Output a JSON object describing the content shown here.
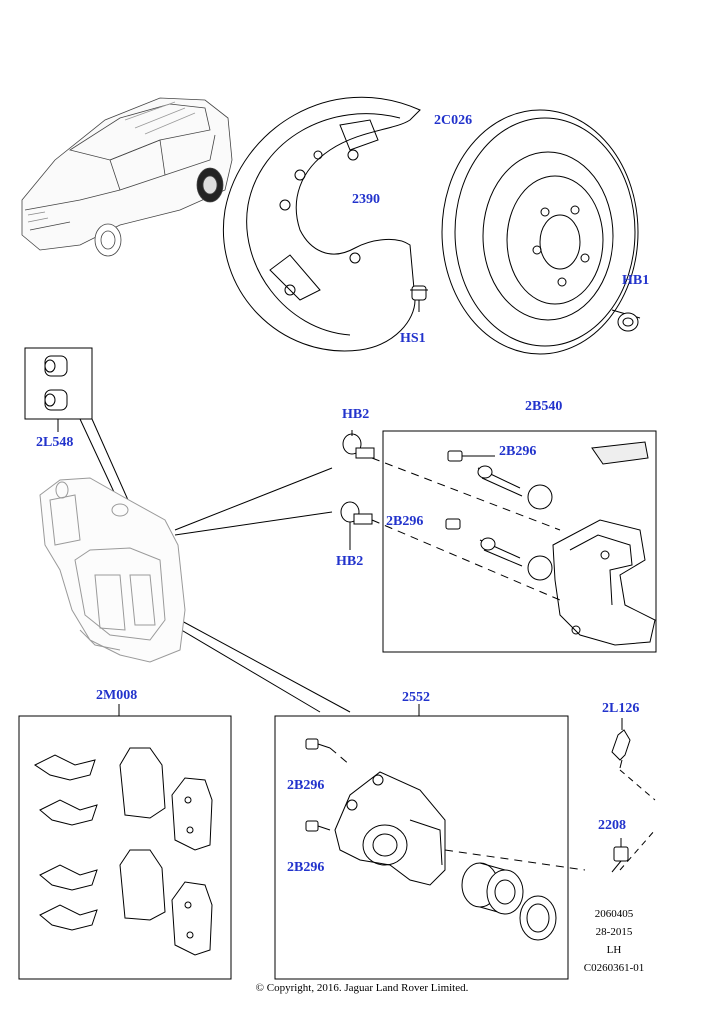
{
  "callouts": {
    "c2C026": "2C026",
    "c2390": "2390",
    "cHB1": "HB1",
    "cHS1": "HS1",
    "c2L548": "2L548",
    "cHB2_top": "HB2",
    "cHB2_bottom": "HB2",
    "c2B540": "2B540",
    "c2B296_a": "2B296",
    "c2B296_b": "2B296",
    "c2M008": "2M008",
    "c2552": "2552",
    "c2B296_c": "2B296",
    "c2B296_d": "2B296",
    "c2L126": "2L126",
    "c2208": "2208"
  },
  "meta": {
    "line1": "2060405",
    "line2": "28-2015",
    "line3": "LH",
    "line4": "C0260361-01"
  },
  "copyright": "© Copyright, 2016. Jaguar Land Rover Limited.",
  "colors": {
    "callout": "#2233cc",
    "line": "#000000",
    "ghost": "#9a9a9a"
  }
}
